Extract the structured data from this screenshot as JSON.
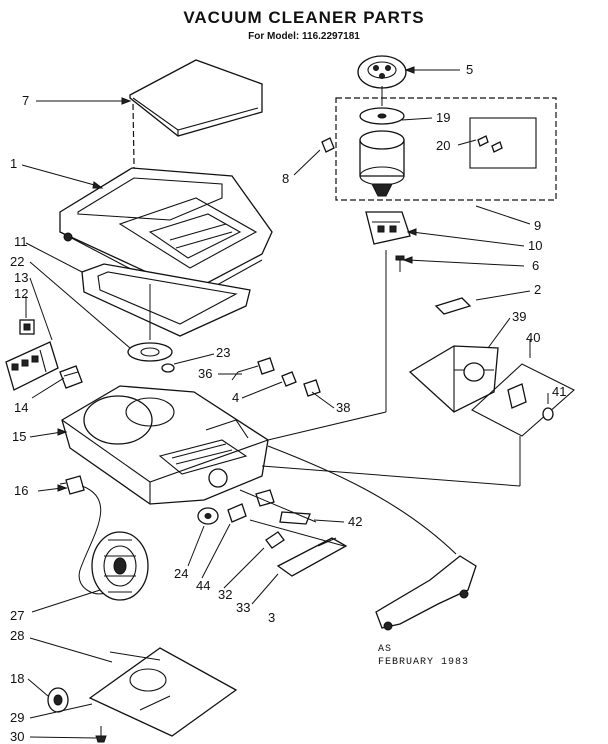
{
  "header": {
    "title": "VACUUM CLEANER PARTS",
    "subtitle": "For Model: 116.2297181"
  },
  "footnote": {
    "initials": "AS",
    "date": "FEBRUARY 1983"
  },
  "callouts": [
    {
      "id": "7",
      "label": "7"
    },
    {
      "id": "1",
      "label": "1"
    },
    {
      "id": "11",
      "label": "11"
    },
    {
      "id": "22",
      "label": "22"
    },
    {
      "id": "13",
      "label": "13"
    },
    {
      "id": "12",
      "label": "12"
    },
    {
      "id": "14",
      "label": "14"
    },
    {
      "id": "15",
      "label": "15"
    },
    {
      "id": "16",
      "label": "16"
    },
    {
      "id": "27",
      "label": "27"
    },
    {
      "id": "28",
      "label": "28"
    },
    {
      "id": "18",
      "label": "18"
    },
    {
      "id": "29",
      "label": "29"
    },
    {
      "id": "30",
      "label": "30"
    },
    {
      "id": "5",
      "label": "5"
    },
    {
      "id": "19",
      "label": "19"
    },
    {
      "id": "20",
      "label": "20"
    },
    {
      "id": "8",
      "label": "8"
    },
    {
      "id": "9",
      "label": "9"
    },
    {
      "id": "10",
      "label": "10"
    },
    {
      "id": "6",
      "label": "6"
    },
    {
      "id": "2",
      "label": "2"
    },
    {
      "id": "39",
      "label": "39"
    },
    {
      "id": "40",
      "label": "40"
    },
    {
      "id": "41",
      "label": "41"
    },
    {
      "id": "23",
      "label": "23"
    },
    {
      "id": "36",
      "label": "36"
    },
    {
      "id": "4",
      "label": "4"
    },
    {
      "id": "38",
      "label": "38"
    },
    {
      "id": "42",
      "label": "42"
    },
    {
      "id": "24",
      "label": "24"
    },
    {
      "id": "44",
      "label": "44"
    },
    {
      "id": "32",
      "label": "32"
    },
    {
      "id": "33",
      "label": "33"
    },
    {
      "id": "3",
      "label": "3"
    }
  ]
}
